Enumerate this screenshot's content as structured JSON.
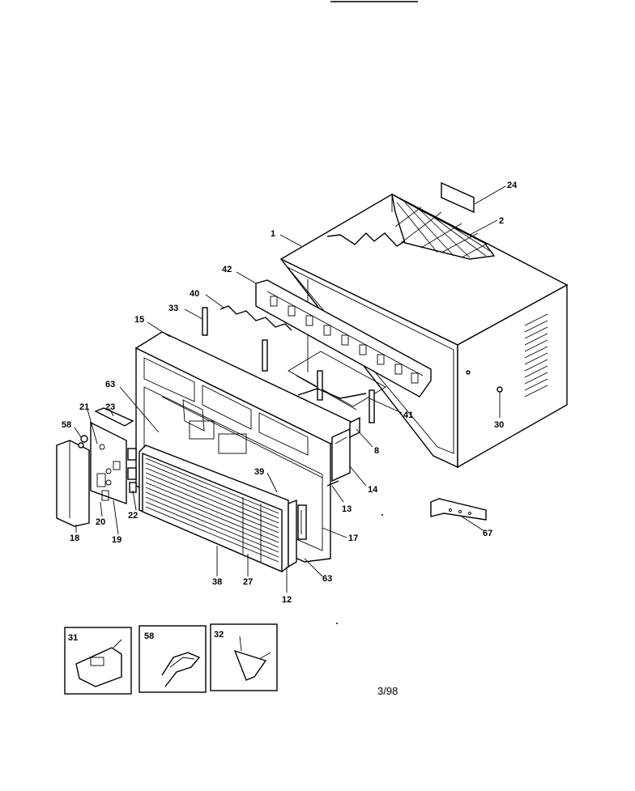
{
  "callouts": {
    "c1": "1",
    "c2": "2",
    "c24": "24",
    "c42": "42",
    "c40": "40",
    "c33": "33",
    "c15": "15",
    "c63a": "63",
    "c21": "21",
    "c23": "23",
    "c58a": "58",
    "c8": "8",
    "c41": "41",
    "c30": "30",
    "c39": "39",
    "c14": "14",
    "c13": "13",
    "c22": "22",
    "c20": "20",
    "c19": "19",
    "c18": "18",
    "c17": "17",
    "c67": "67",
    "c38": "38",
    "c27": "27",
    "c63b": "63",
    "c12": "12",
    "c31": "31",
    "c58b": "58",
    "c32": "32"
  },
  "footer": {
    "date_code": "3/98"
  }
}
